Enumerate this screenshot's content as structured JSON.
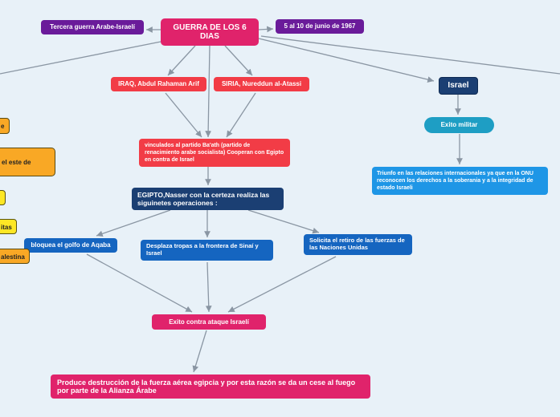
{
  "nodes": {
    "root": "GUERRA DE LOS 6 DIAS",
    "tercera": "Tercera guerra Arabe-Israelí",
    "fecha": "5 al 10 de junio de 1967",
    "iraq": "IRAQ, Abdul Rahaman Arif",
    "siria": "SIRIA, Nureddun al-Atassi",
    "israel": "Israel",
    "exito_militar": "Exito militar",
    "triunfo": "Triunfo en las relaciones internacionales ya que en la ONU reconocen los derechos a la soberania y a la integridad de estado Israeli",
    "vinculados": "vinculados al partido Ba'ath (partido de renacimiento arabe socialista) Cooperan con Egipto en contra de Israel",
    "egipto": "EGIPTO,Nasser con la certeza realiza las siguinetes operaciones :",
    "bloquea": "bloquea el golfo de Aqaba",
    "desplaza": "Desplaza tropas a la frontera de Sinaí y Israel",
    "solicita": "Solicita el retiro de las fuerzas de las Naciones Unidas",
    "exito_contra": "Exito contra ataque Israelí",
    "produce": "Produce destrucción de la fuerza aérea egipcia y por esta razón se da un cese al fuego  por parte de la Alianza Árabe",
    "left_1": "e",
    "left_2": "el este de",
    "left_3": "",
    "left_4": "itas",
    "left_5": "alestina"
  },
  "colors": {
    "purple": "#6a1b9a",
    "magenta": "#e0236b",
    "red": "#f23c46",
    "navy": "#1b3f73",
    "blue": "#1565c0",
    "teal": "#1e9ec4",
    "sky": "#1e96e6",
    "orange": "#f9a825",
    "yellow": "#fde725",
    "background": "#e8f1f8"
  }
}
